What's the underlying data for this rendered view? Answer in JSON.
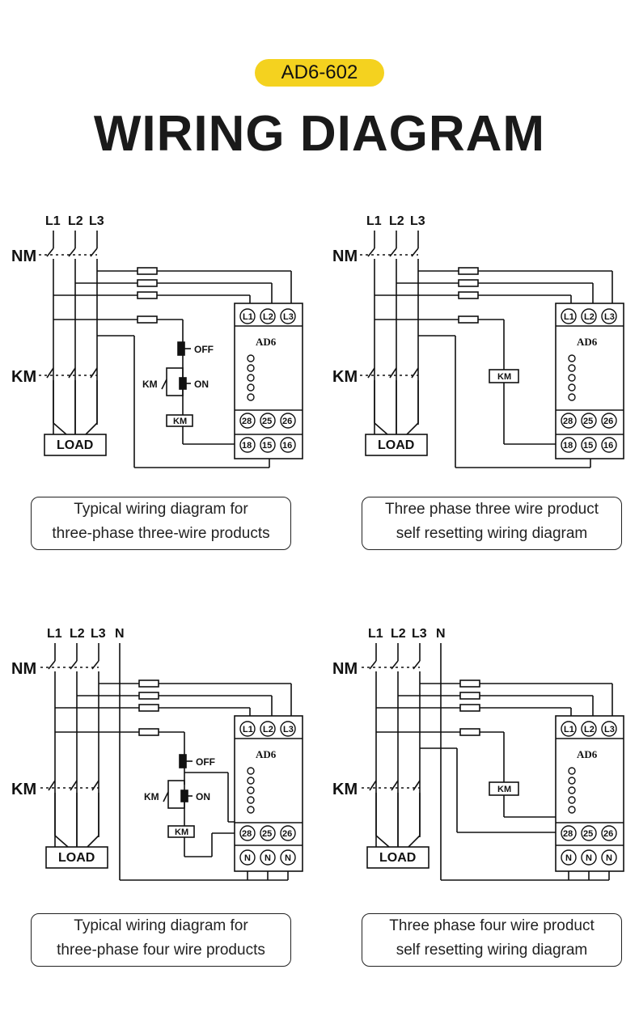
{
  "header": {
    "badge": "AD6-602",
    "title": "WIRING DIAGRAM"
  },
  "diagrams": [
    {
      "phase_labels": [
        "L1",
        "L2",
        "L3"
      ],
      "nm_label": "NM",
      "km_label": "KM",
      "load_label": "LOAD",
      "device_label": "AD6",
      "top_terminals": [
        "L1",
        "L2",
        "L3"
      ],
      "mid_terminals": [
        "28",
        "25",
        "26"
      ],
      "bottom_terminals": [
        "18",
        "15",
        "16"
      ],
      "off_label": "OFF",
      "on_label": "ON",
      "km_contact_label": "KM",
      "km_coil_label": "KM",
      "caption_line1": "Typical wiring diagram for",
      "caption_line2": "three-phase three-wire products"
    },
    {
      "phase_labels": [
        "L1",
        "L2",
        "L3"
      ],
      "nm_label": "NM",
      "km_label": "KM",
      "load_label": "LOAD",
      "device_label": "AD6",
      "top_terminals": [
        "L1",
        "L2",
        "L3"
      ],
      "mid_terminals": [
        "28",
        "25",
        "26"
      ],
      "bottom_terminals": [
        "18",
        "15",
        "16"
      ],
      "km_coil_label": "KM",
      "caption_line1": "Three phase three wire product",
      "caption_line2": "self resetting wiring diagram"
    },
    {
      "phase_labels": [
        "L1",
        "L2",
        "L3",
        "N"
      ],
      "nm_label": "NM",
      "km_label": "KM",
      "load_label": "LOAD",
      "device_label": "AD6",
      "top_terminals": [
        "L1",
        "L2",
        "L3"
      ],
      "mid_terminals": [
        "28",
        "25",
        "26"
      ],
      "bottom_terminals": [
        "N",
        "N",
        "N"
      ],
      "off_label": "OFF",
      "on_label": "ON",
      "km_contact_label": "KM",
      "km_coil_label": "KM",
      "caption_line1": "Typical wiring diagram for",
      "caption_line2": "three-phase four wire products"
    },
    {
      "phase_labels": [
        "L1",
        "L2",
        "L3",
        "N"
      ],
      "nm_label": "NM",
      "km_label": "KM",
      "load_label": "LOAD",
      "device_label": "AD6",
      "top_terminals": [
        "L1",
        "L2",
        "L3"
      ],
      "mid_terminals": [
        "28",
        "25",
        "26"
      ],
      "bottom_terminals": [
        "N",
        "N",
        "N"
      ],
      "km_coil_label": "KM",
      "caption_line1": "Three phase four wire product",
      "caption_line2": "self resetting wiring diagram"
    }
  ]
}
